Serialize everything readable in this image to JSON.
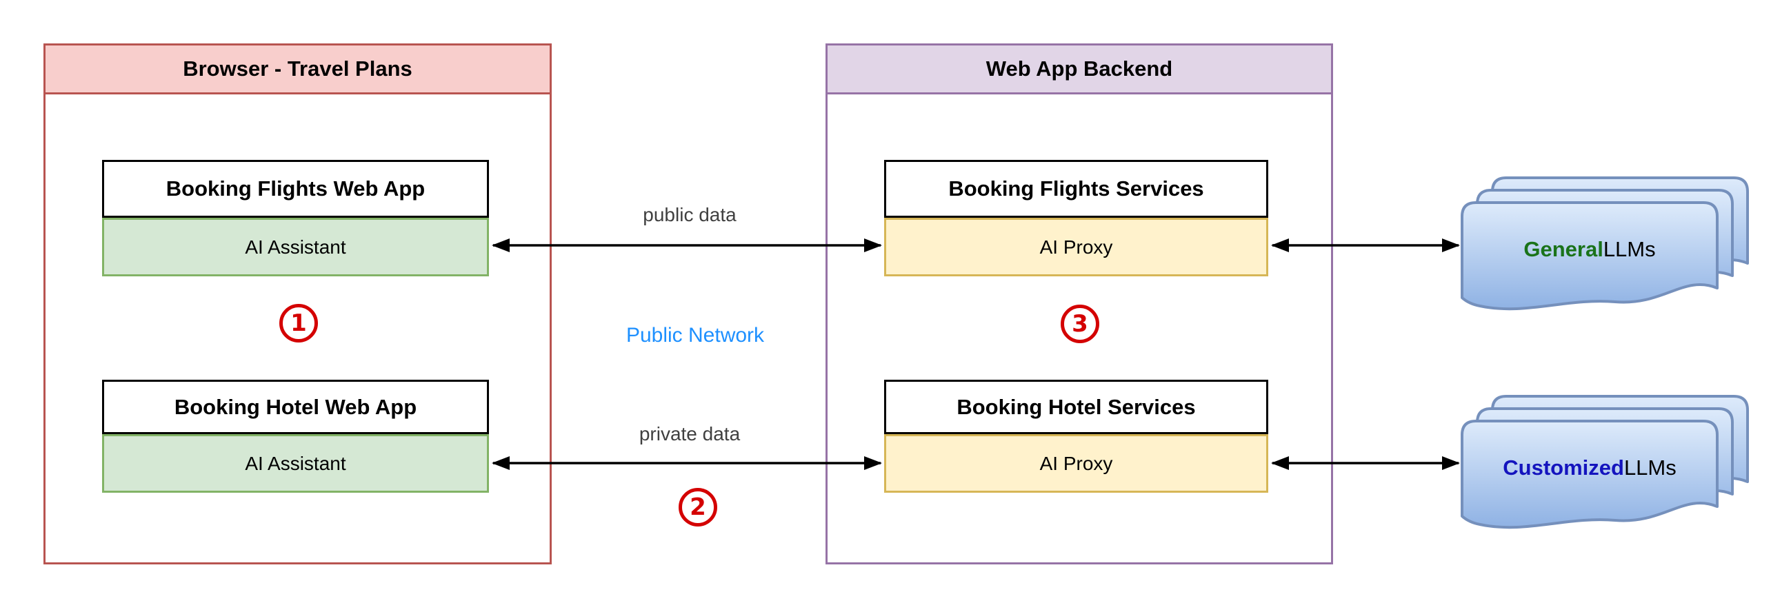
{
  "diagram": {
    "containers": {
      "browser": {
        "title": "Browser - Travel Plans"
      },
      "backend": {
        "title": "Web App Backend"
      }
    },
    "nodes": {
      "booking_flights_web_app": {
        "title": "Booking Flights Web App",
        "sub": "AI Assistant"
      },
      "booking_hotel_web_app": {
        "title": "Booking Hotel Web App",
        "sub": "AI Assistant"
      },
      "booking_flights_services": {
        "title": "Booking Flights Services",
        "sub": "AI Proxy"
      },
      "booking_hotel_services": {
        "title": "Booking Hotel Services",
        "sub": "AI Proxy"
      }
    },
    "edge_labels": {
      "public_data": "public data",
      "private_data": "private data",
      "public_network": "Public Network"
    },
    "step_markers": {
      "one": "1",
      "two": "2",
      "three": "3"
    },
    "llm_stacks": {
      "general": {
        "highlight": "General",
        "rest": " LLMs",
        "highlight_color": "#1A731A"
      },
      "customized": {
        "highlight": "Customized",
        "rest": " LLMs",
        "highlight_color": "#1414BE"
      }
    },
    "colors": {
      "browser_container": {
        "fill": "#F8CECC",
        "border": "#B85450"
      },
      "backend_container": {
        "fill": "#E1D5E7",
        "border": "#9673A6"
      },
      "ai_assistant": {
        "fill": "#D5E8D4",
        "border": "#82B366"
      },
      "ai_proxy": {
        "fill": "#FFF2CC",
        "border": "#D6B656"
      },
      "llm_document": {
        "fill_top": "#DEEBFB",
        "fill_bottom": "#8FB2E4",
        "border": "#7590BC"
      },
      "step_marker_red": "#D40000",
      "network_label_blue": "#1E90FF",
      "edge_label_gray": "#404040",
      "arrow_black": "#000000"
    }
  }
}
